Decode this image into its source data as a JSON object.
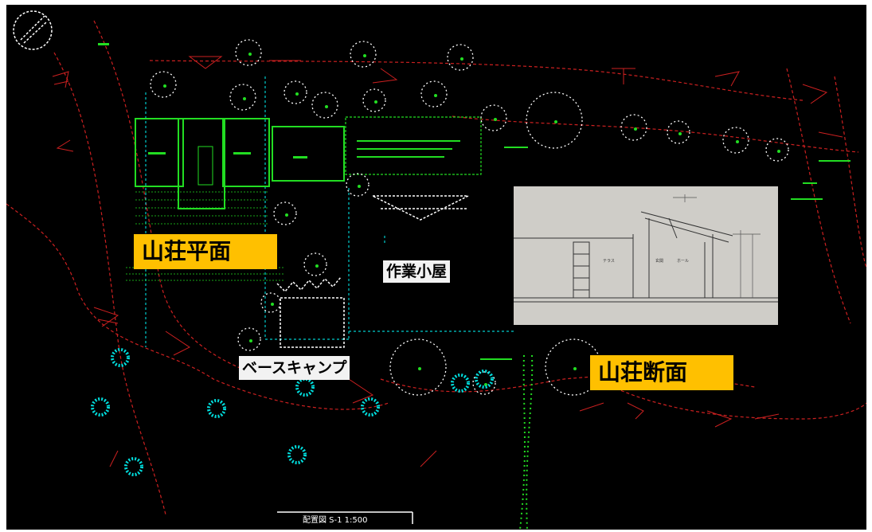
{
  "labels": {
    "plan": "山荘平面",
    "workshop": "作業小屋",
    "basecamp": "ベースキャンプ",
    "section": "山荘断面"
  },
  "section_photo_notes": {
    "room1": "テラス",
    "room2": "玄関",
    "room3": "ホール"
  },
  "scale_bar_text": "配置図 S-1 1:500",
  "colors": {
    "background": "#000000",
    "plan_green": "#22dd22",
    "contour_red": "#cc2020",
    "tree_white": "#ffffff",
    "tree_cyan": "#00dddd",
    "label_yellow": "#ffc000"
  }
}
